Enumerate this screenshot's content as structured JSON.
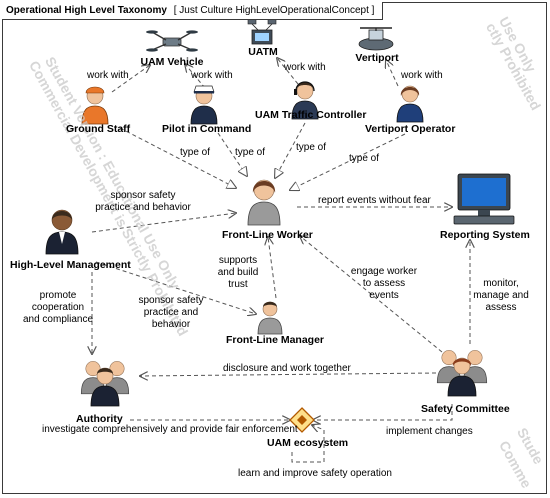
{
  "diagram": {
    "frame_kind": "Operational High Level Taxonomy",
    "frame_name": "[ Just Culture HighLevelOperationalConcept ]"
  },
  "nodes": {
    "uam_vehicle": "UAM Vehicle",
    "uatm": "UATM",
    "vertiport": "Vertiport",
    "ground_staff": "Ground Staff",
    "pilot_in_command": "Pilot in Command",
    "uam_traffic_controller": "UAM Traffic Controller",
    "vertiport_operator": "Vertiport Operator",
    "front_line_worker": "Front-Line Worker",
    "reporting_system": "Reporting System",
    "high_level_management": "High-Level Management",
    "front_line_manager": "Front-Line Manager",
    "authority": "Authority",
    "safety_committee": "Safety Committee",
    "uam_ecosystem": "UAM ecosystem"
  },
  "edges": {
    "work_with_1": "work with",
    "work_with_2": "work with",
    "work_with_3": "work with",
    "work_with_4": "work with",
    "type_of_1": "type of",
    "type_of_2": "type of",
    "type_of_3": "type of",
    "type_of_4": "type of",
    "sponsor_safety_1": "sponsor safety",
    "sponsor_safety_2": "practice and behavior",
    "report_events": "report events without fear",
    "supports_1": "supports",
    "supports_2": "and build",
    "supports_3": "trust",
    "engage_1": "engage worker",
    "engage_2": "to assess",
    "engage_3": "events",
    "sponsor_fl_1": "sponsor safety",
    "sponsor_fl_2": "practice and",
    "sponsor_fl_3": "behavior",
    "promote_1": "promote",
    "promote_2": "cooperation",
    "promote_3": "and compliance",
    "monitor_1": "monitor,",
    "monitor_2": "manage and",
    "monitor_3": "assess",
    "disclosure": "disclosure and work together",
    "investigate": "investigate comprehensively and provide fair enforcement",
    "implement": "implement changes",
    "learn": "learn and improve safety operation"
  },
  "watermarks": {
    "w1": "Student Version : Educational Use Only",
    "w2": "Commercial Development is Strictly Prohibited",
    "w3": "Use Only",
    "w4": "ctly Prohibited",
    "w5": "Stude",
    "w6": "Comme"
  },
  "colors": {
    "line": "#555555",
    "skin": "#f0c39c",
    "dark_suit": "#2b3a55",
    "hair": "#6b3c22",
    "orange": "#e9772a",
    "diamond_fill": "#ffe08a",
    "diamond_stroke": "#b35a00"
  }
}
